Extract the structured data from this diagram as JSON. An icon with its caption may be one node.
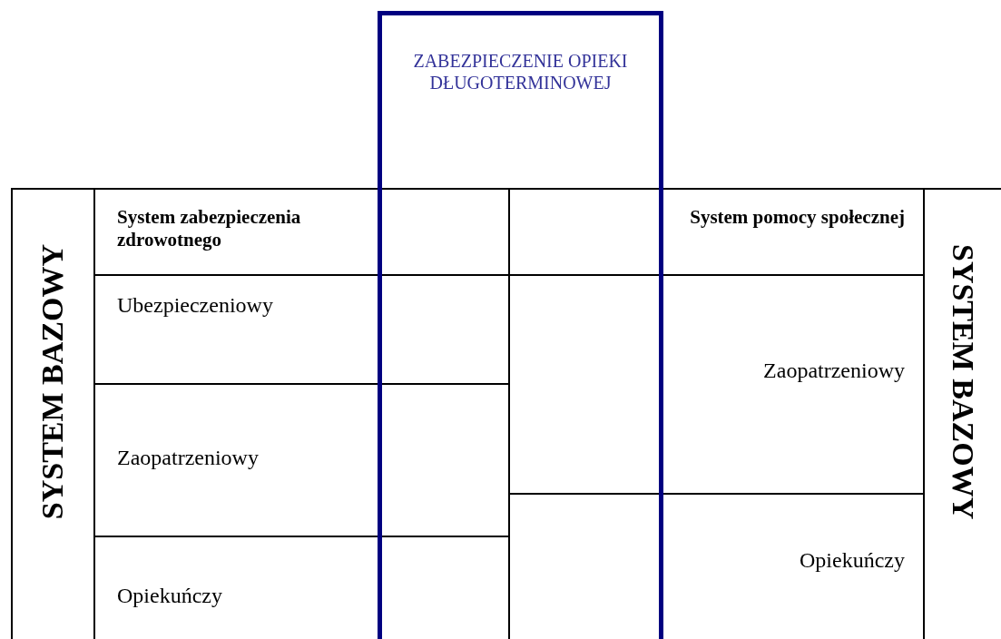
{
  "diagram": {
    "nodes": [
      {
        "text": [
          "ZABEZPIECZENIE OPIEKI DŁUGOTERMINOWEJ"
        ]
      },
      {
        "text": [
          "SYSTEM BAZOWY"
        ]
      },
      {
        "text": [
          "System zabezpieczenia zdrowotnego"
        ]
      },
      {
        "text": [
          "Ubezpieczeniowy"
        ]
      },
      {
        "text": [
          "Zaopatrzeniowy"
        ]
      },
      {
        "text": [
          "Opiekuńczy"
        ]
      },
      {
        "text": [
          "System pomocy społecznej"
        ]
      },
      {
        "text": [
          "Zaopatrzeniowy"
        ]
      },
      {
        "text": [
          "Opiekuńczy"
        ]
      },
      {
        "text": [
          "SYSTEM BAZOWY"
        ]
      }
    ]
  }
}
